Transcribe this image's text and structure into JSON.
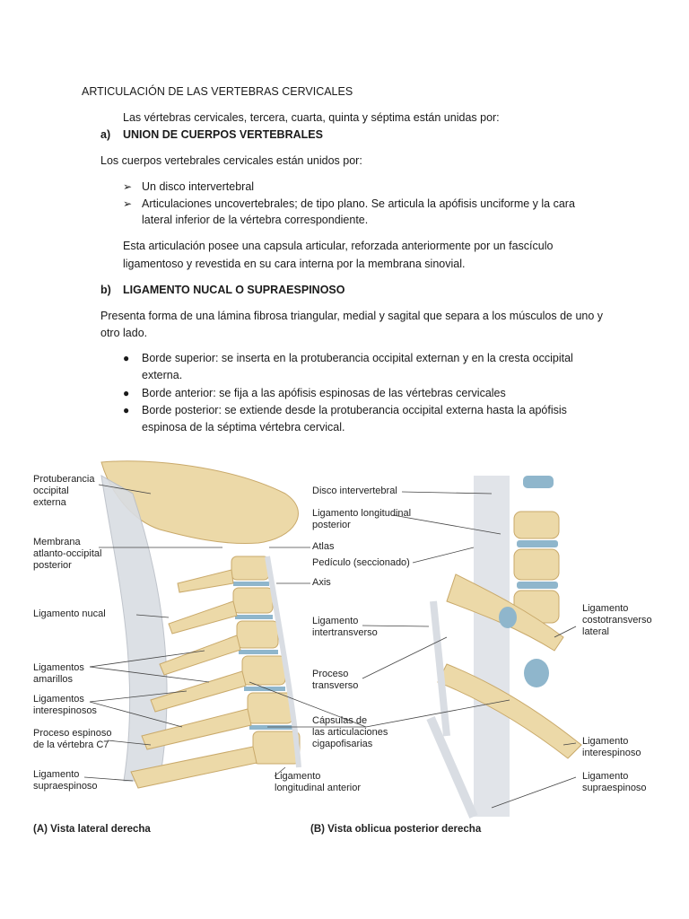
{
  "doc": {
    "title": "ARTICULACIÓN DE LAS VERTEBRAS CERVICALES",
    "intro": "Las vértebras cervicales, tercera, cuarta, quinta y séptima están unidas por:",
    "section_a": {
      "marker": "a)",
      "heading": "UNION DE CUERPOS VERTEBRALES"
    },
    "para_a": "Los cuerpos vertebrales cervicales están unidos por:",
    "arrow_items": [
      "Un disco intervertebral",
      "Articulaciones uncovertebrales; de tipo plano. Se articula la apófisis unciforme y la cara",
      "lateral inferior de la vértebra correspondiente."
    ],
    "capsule_para": [
      "Esta articulación posee una capsula articular, reforzada anteriormente por un fascículo",
      "ligamentoso y revestida en su cara interna por la membrana sinovial."
    ],
    "section_b": {
      "marker": "b)",
      "heading": "LIGAMENTO NUCAL O SUPRAESPINOSO"
    },
    "para_b": [
      "Presenta forma de una lámina fibrosa triangular, medial y sagital que separa a los músculos de uno y",
      "otro lado."
    ],
    "bullets": [
      "Borde superior: se inserta en la protuberancia occipital externan y en la cresta occipital",
      "externa.",
      "Borde anterior: se fija a las apófisis espinosas de las vértebras cervicales",
      "Borde posterior: se extiende desde la protuberancia occipital externa hasta la apófisis",
      "espinosa de la séptima vértebra cervical."
    ]
  },
  "figure": {
    "left_labels": [
      "Protuberancia\noccipital\nexterna",
      "Membrana\natlanto-occipital\nposterior",
      "Ligamento nucal",
      "Ligamentos\namarillos",
      "Ligamentos\ninterespinosos",
      "Proceso espinoso\nde la vértebra C7",
      "Ligamento\nsupraespinoso"
    ],
    "middle_labels": [
      "Atlas",
      "Axis",
      "Ligamento\nlongitudinal anterior"
    ],
    "center_labels": [
      "Disco intervertebral",
      "Ligamento longitudinal\nposterior",
      "Pedículo (seccionado)",
      "Ligamento\nintertransverso",
      "Proceso\ntransverso",
      "Cápsulas de\nlas articulaciones\ncigapofisarias"
    ],
    "right_labels": [
      "Ligamento\ncostotransverso\nlateral",
      "Ligamento\ninterespinoso",
      "Ligamento\nsupraespinoso"
    ],
    "caption_a": "(A) Vista lateral derecha",
    "caption_b": "(B) Vista oblicua posterior derecha",
    "colors": {
      "bone": "#ecd9a8",
      "bone_shade": "#c9a96a",
      "disc": "#8fb6cc",
      "ligament": "#d9dde3",
      "leader": "#444444"
    }
  }
}
